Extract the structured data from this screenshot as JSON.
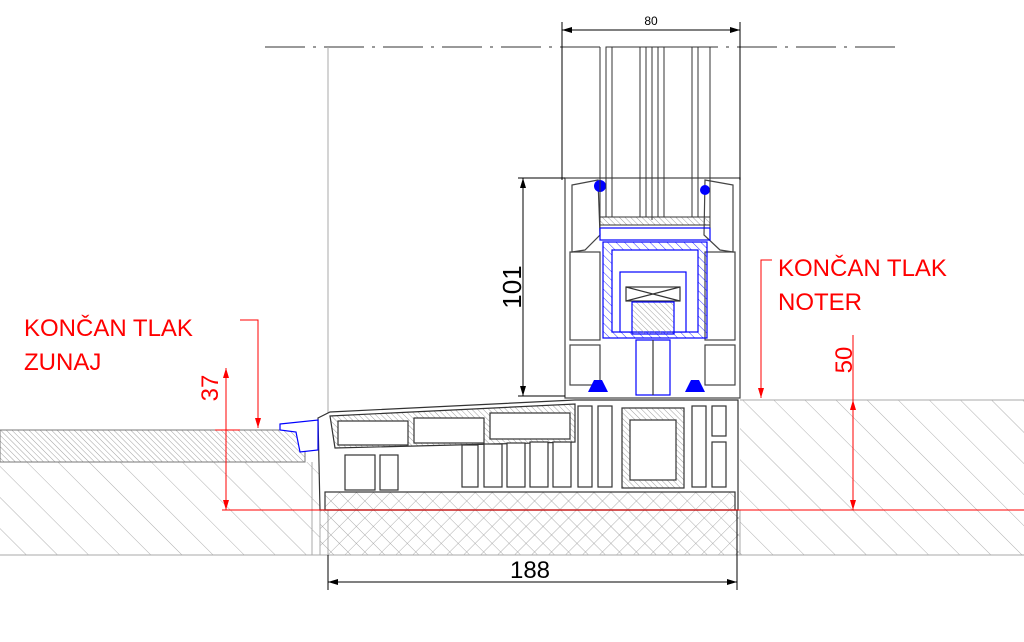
{
  "drawing": {
    "dim_glass_width": "80",
    "dim_frame_height": "101",
    "dim_total_width": "188",
    "dim_outside_height": "37",
    "dim_inside_height": "50",
    "label_outside": {
      "line1": "KONČAN TLAK",
      "line2": "ZUNAJ"
    },
    "label_inside": {
      "line1": "KONČAN TLAK",
      "line2": "NOTER"
    }
  },
  "colors": {
    "annotation": "#ff0000",
    "gasket": "#0000ff",
    "line": "#333333",
    "hatch": "#9a9a9a"
  }
}
